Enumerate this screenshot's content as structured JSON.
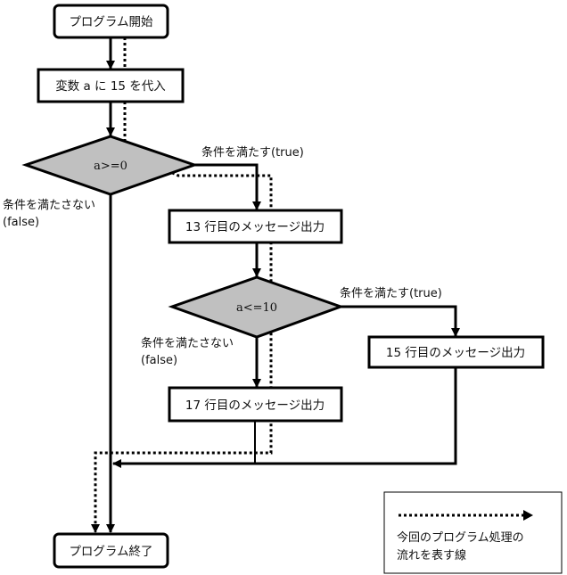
{
  "nodes": {
    "start": "プログラム開始",
    "assign": "変数 a に 15 を代入",
    "cond1": "a>=0",
    "msg13": "13 行目のメッセージ出力",
    "cond2": "a<=10",
    "msg15": "15 行目のメッセージ出力",
    "msg17": "17 行目のメッセージ出力",
    "end": "プログラム終了"
  },
  "labels": {
    "cond1_true": "条件を満たす(true)",
    "cond1_false_line1": "条件を満たさない",
    "cond1_false_line2": "(false)",
    "cond2_true": "条件を満たす(true)",
    "cond2_false_line1": "条件を満たさない",
    "cond2_false_line2": "(false)"
  },
  "legend": {
    "line1": "今回のプログラム処理の",
    "line2": "流れを表す線"
  },
  "colors": {
    "decision_fill": "#c0c0c0",
    "stroke": "#000000",
    "box_fill": "#ffffff"
  }
}
